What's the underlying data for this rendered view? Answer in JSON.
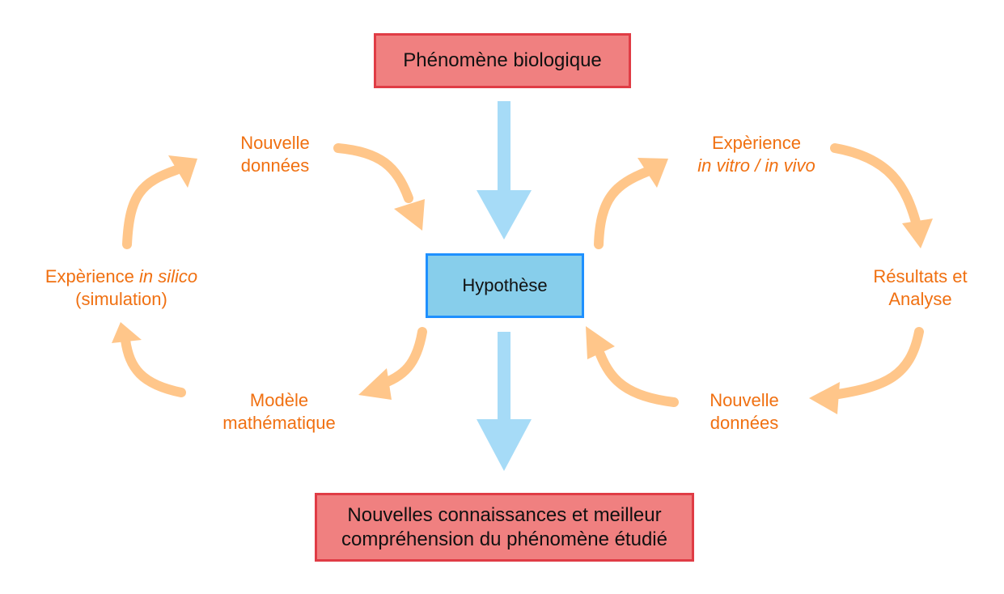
{
  "nodes": {
    "top": "Phénomène biologique",
    "center": "Hypothèse",
    "bottom_line1": "Nouvelles connaissances et meilleur",
    "bottom_line2": "compréhension du phénomène étudié"
  },
  "labels": {
    "left_top_1": "Nouvelle",
    "left_top_2": "données",
    "left_mid_1_plain": "Expèrience ",
    "left_mid_1_italic": "in silico",
    "left_mid_2": "(simulation)",
    "left_bottom_1": "Modèle",
    "left_bottom_2": "mathématique",
    "right_top_1": "Expèrience",
    "right_top_2_italic": "in vitro / in vivo",
    "right_mid_1": "Résultats et",
    "right_mid_2": "Analyse",
    "right_bottom_1": "Nouvelle",
    "right_bottom_2": "données"
  },
  "colors": {
    "red_fill": "#f08080",
    "red_border": "#e03c45",
    "blue_fill": "#87ceeb",
    "blue_border": "#1e90ff",
    "big_arrow": "#a6dbf7",
    "curved_arrow": "#ffc68a",
    "label_text": "#f07011"
  }
}
